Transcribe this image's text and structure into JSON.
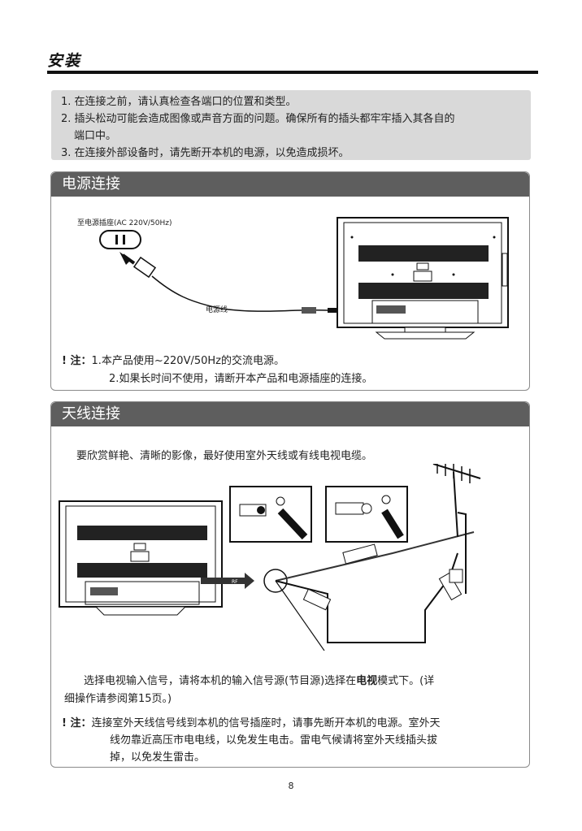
{
  "header": {
    "title": "安装"
  },
  "notice": {
    "items": [
      "1. 在连接之前，请认真检查各端口的位置和类型。",
      "2. 插头松动可能会造成图像或声音方面的问题。确保所有的插头都牢牢插入其各自的",
      "端口中。",
      "3. 在连接外部设备时，请先断开本机的电源，以免造成损坏。"
    ]
  },
  "power_section": {
    "title": "电源连接",
    "outlet_label": "至电源插座(AC 220V/50Hz)",
    "cable_label": "电源线",
    "note_icon": "! 注：",
    "note_line1": "1.本产品使用~220V/50Hz的交流电源。",
    "note_line2": "2.如果长时间不使用，请断开本产品和电源插座的连接。"
  },
  "antenna_section": {
    "title": "天线连接",
    "intro": "要欣赏鲜艳、清晰的影像，最好使用室外天线或有线电视电缆。",
    "rf_label": "RF",
    "select_line1_pre": "选择电视输入信号，请将本机的输入信号源(节目源)选择在",
    "select_line1_bold": "电视",
    "select_line1_post": "模式下。(详",
    "select_line2": "细操作请参阅第15页。)",
    "note_icon": "! 注：",
    "note_line1": "连接室外天线信号线到本机的信号插座时，请事先断开本机的电源。室外天",
    "note_line2": "线勿靠近高压市电电线，以免发生电击。雷电气候请将室外天线插头拔",
    "note_line3": "掉，以免发生雷击。"
  },
  "footer": {
    "page_number": "8"
  }
}
